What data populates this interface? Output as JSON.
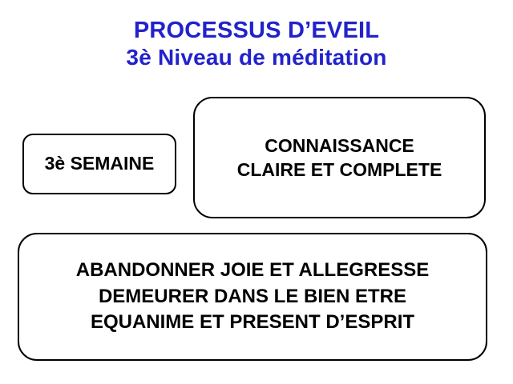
{
  "slide": {
    "background_color": "#ffffff",
    "title": {
      "color": "#2222cc",
      "line1": "PROCESSUS D’EVEIL",
      "line2": "3è Niveau de méditation"
    },
    "boxes": [
      {
        "name": "semaine",
        "border_color": "#000000",
        "fill_color": "#ffffff",
        "text_color": "#000000",
        "lines": [
          "3è SEMAINE"
        ]
      },
      {
        "name": "connaissance",
        "border_color": "#000000",
        "fill_color": "#ffffff",
        "text_color": "#000000",
        "lines": [
          "CONNAISSANCE",
          "CLAIRE ET COMPLETE"
        ]
      },
      {
        "name": "abandonner",
        "border_color": "#000000",
        "fill_color": "#ffffff",
        "text_color": "#000000",
        "lines": [
          "ABANDONNER JOIE ET ALLEGRESSE",
          "DEMEURER DANS LE BIEN ETRE",
          "EQUANIME ET PRESENT D’ESPRIT"
        ]
      }
    ]
  }
}
